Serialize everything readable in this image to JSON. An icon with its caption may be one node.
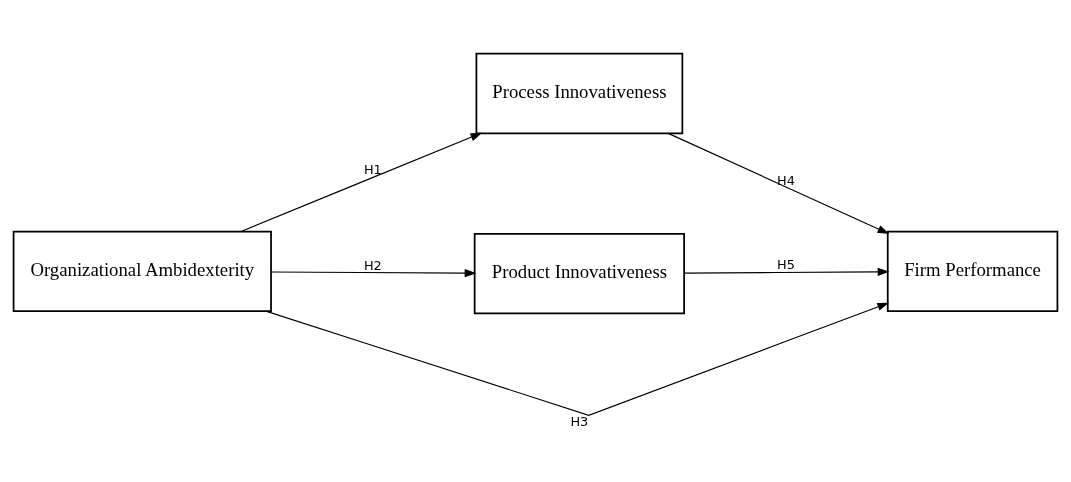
{
  "diagram": {
    "nodes": [
      {
        "text": [
          "Organizational Ambidexterity"
        ]
      },
      {
        "text": [
          "Process Innovativeness"
        ]
      },
      {
        "text": [
          "Product Innovativeness"
        ]
      },
      {
        "text": [
          "Firm Performance"
        ]
      }
    ],
    "edges": [
      {
        "from": 0,
        "to": 1,
        "arrow": "to",
        "label": "H1"
      },
      {
        "from": 0,
        "to": 2,
        "arrow": "to",
        "label": "H2"
      },
      {
        "from": 0,
        "to": 3,
        "arrow": "to",
        "label": "H3"
      },
      {
        "from": 1,
        "to": 3,
        "arrow": "to",
        "label": "H4"
      },
      {
        "from": 2,
        "to": 3,
        "arrow": "to",
        "label": "H5"
      }
    ]
  }
}
